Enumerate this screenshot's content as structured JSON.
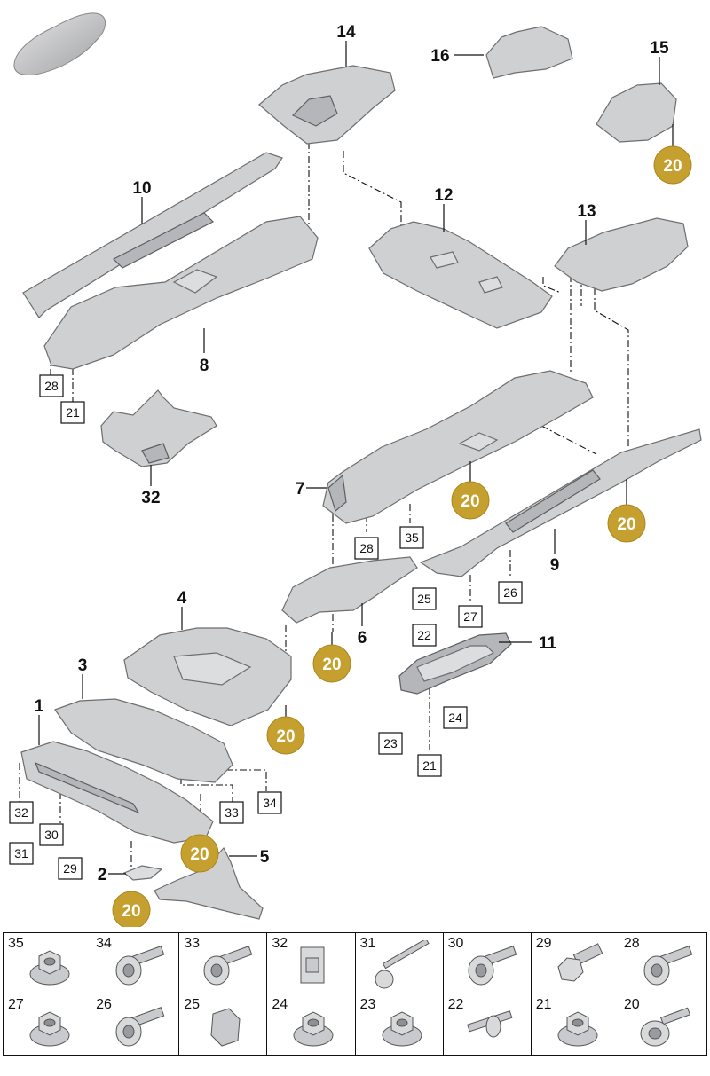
{
  "callouts": {
    "p1": "1",
    "p2": "2",
    "p3": "3",
    "p4": "4",
    "p5": "5",
    "p6": "6",
    "p7": "7",
    "p8": "8",
    "p9": "9",
    "p10": "10",
    "p11": "11",
    "p12": "12",
    "p13": "13",
    "p14": "14",
    "p15": "15",
    "p16": "16",
    "p32": "32"
  },
  "badges": {
    "b15": "20",
    "b7": "20",
    "b9": "20",
    "b6": "20",
    "b4": "20",
    "b1": "20",
    "b2": "20"
  },
  "boxes": {
    "b28a": "28",
    "b21a": "21",
    "b28b": "28",
    "b35": "35",
    "b26": "26",
    "b27": "27",
    "b25": "25",
    "b22": "22",
    "b24": "24",
    "b23": "23",
    "b21b": "21",
    "b33": "33",
    "b34": "34",
    "b32": "32",
    "b30": "30",
    "b31": "31",
    "b29": "29"
  },
  "fasteners": [
    [
      {
        "number": "35",
        "icon": "flange-nut-icon"
      },
      {
        "number": "34",
        "icon": "flange-bolt-icon"
      },
      {
        "number": "33",
        "icon": "flange-bolt-icon"
      },
      {
        "number": "32",
        "icon": "clip-nut-icon"
      },
      {
        "number": "31",
        "icon": "long-bolt-icon"
      },
      {
        "number": "30",
        "icon": "flange-bolt-icon"
      },
      {
        "number": "29",
        "icon": "hex-bolt-icon"
      },
      {
        "number": "28",
        "icon": "flange-bolt-icon"
      }
    ],
    [
      {
        "number": "27",
        "icon": "cap-nut-icon"
      },
      {
        "number": "26",
        "icon": "pan-head-bolt-icon"
      },
      {
        "number": "25",
        "icon": "hex-pad-icon"
      },
      {
        "number": "24",
        "icon": "flange-nut-icon"
      },
      {
        "number": "23",
        "icon": "flange-nut-icon"
      },
      {
        "number": "22",
        "icon": "stud-icon"
      },
      {
        "number": "21",
        "icon": "flange-nut-icon"
      },
      {
        "number": "20",
        "icon": "tapping-screw-icon"
      }
    ]
  ]
}
